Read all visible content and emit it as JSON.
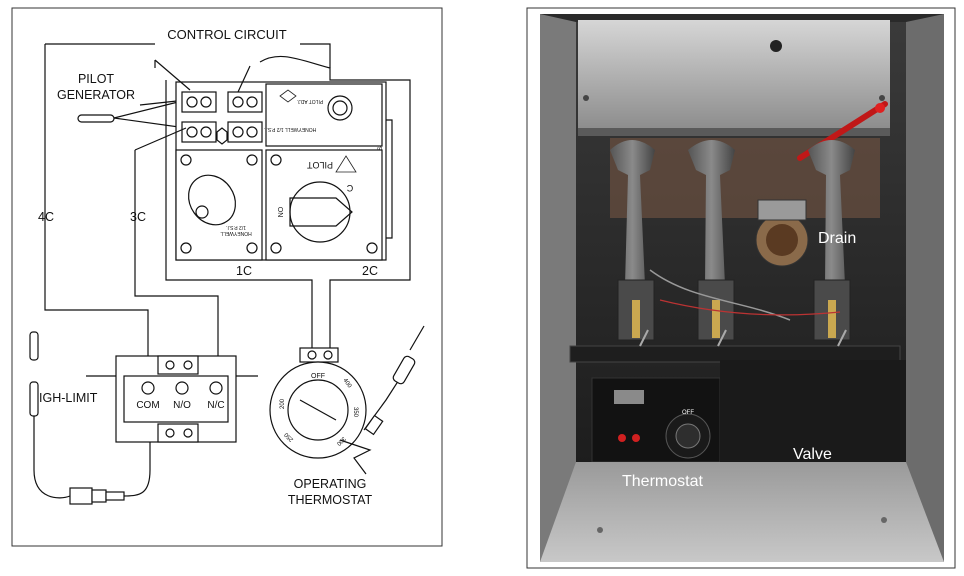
{
  "diagram": {
    "title": "CONTROL CIRCUIT",
    "labels": {
      "pilot_generator_1": "PILOT",
      "pilot_generator_2": "GENERATOR",
      "wire_4c": "4C",
      "wire_3c": "3C",
      "wire_1c": "1C",
      "wire_2c": "2C",
      "high_limit": "HIGH-LIMIT",
      "com": "COM",
      "no": "N/O",
      "nc": "N/C",
      "operating_1": "OPERATING",
      "operating_2": "THERMOSTAT",
      "pilot_knob": "PILOT",
      "on": "ON",
      "c_mark": "C",
      "honeywell_side": "HONEYWELL 1/2 P.S.I.",
      "honeywell_top": "HONEYWELL 1/2 P.S.I.",
      "pilot_adj": "PILOT ADJ.",
      "honeywell_small": "HONEYWELL",
      "psi_small": "1/2 P.S.I.",
      "dial_off": "OFF",
      "dial_ticks": [
        "400",
        "350",
        "300",
        "250",
        "200"
      ]
    }
  },
  "photo": {
    "labels": {
      "drain": "Drain",
      "valve": "Valve",
      "thermostat": "Thermostat",
      "dial_off": "OFF"
    }
  }
}
